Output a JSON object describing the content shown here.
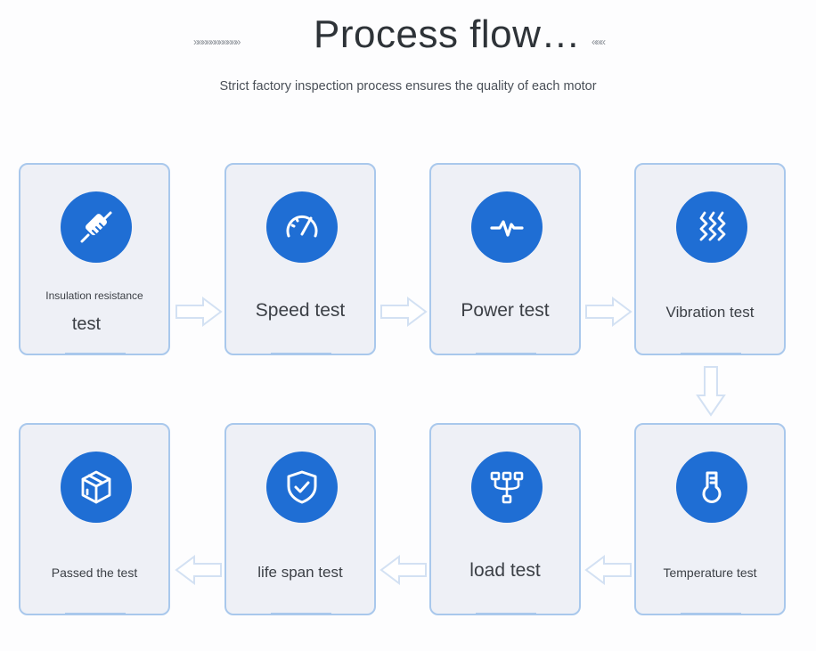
{
  "header": {
    "title": "Process flow…",
    "arrows_left": "»»»»»»»»»»»",
    "arrows_right": "«««",
    "subtitle": "Strict factory inspection process ensures the quality of each motor"
  },
  "steps": [
    {
      "label_line1": "Insulation resistance",
      "label_line2": "test",
      "icon": "resistor-icon"
    },
    {
      "label": "Speed test",
      "icon": "speedometer-icon"
    },
    {
      "label": "Power test",
      "icon": "pulse-icon"
    },
    {
      "label": "Vibration test",
      "icon": "vibration-icon"
    },
    {
      "label": "Temperature test",
      "icon": "thermometer-icon"
    },
    {
      "label": "load test",
      "icon": "hierarchy-icon"
    },
    {
      "label": "life span test",
      "icon": "shield-check-icon"
    },
    {
      "label": "Passed the test",
      "icon": "box-icon"
    }
  ],
  "colors": {
    "icon_circle": "#1f6ed4",
    "card_border": "#a9c8ec",
    "card_bg": "#eef0f6",
    "arrow_outline": "#d3e1f3"
  }
}
